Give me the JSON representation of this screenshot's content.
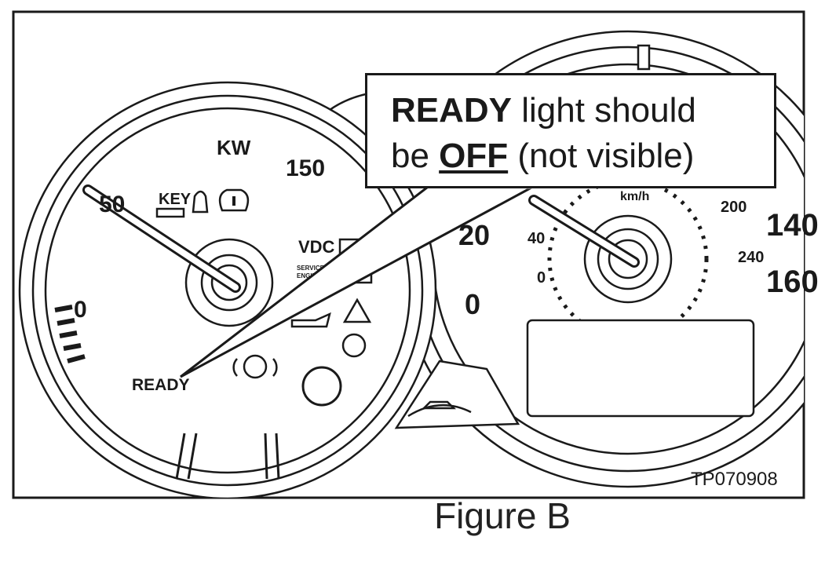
{
  "figure": {
    "caption": "Figure B",
    "code": "TP070908"
  },
  "callout": {
    "word_ready": "READY",
    "text_1": " light should",
    "text_2": "be ",
    "word_off": "OFF",
    "text_3": " (not visible)"
  },
  "left_gauge": {
    "unit": "KW",
    "tick_150": "150",
    "tick_50": "50",
    "tick_0": "0",
    "key_label": "KEY",
    "vdc_label": "VDC",
    "ready_label": "READY",
    "service_label_1": "SERVICE",
    "service_label_2": "ENGINE"
  },
  "right_gauge": {
    "unit": "km/h",
    "tick_20": "20",
    "tick_0": "0",
    "tick_40": "40",
    "tick_inner_0": "0",
    "tick_200": "200",
    "tick_240": "240",
    "tick_140": "140",
    "tick_160": "160"
  },
  "colors": {
    "ink": "#1a1a1a",
    "paper": "#ffffff"
  }
}
